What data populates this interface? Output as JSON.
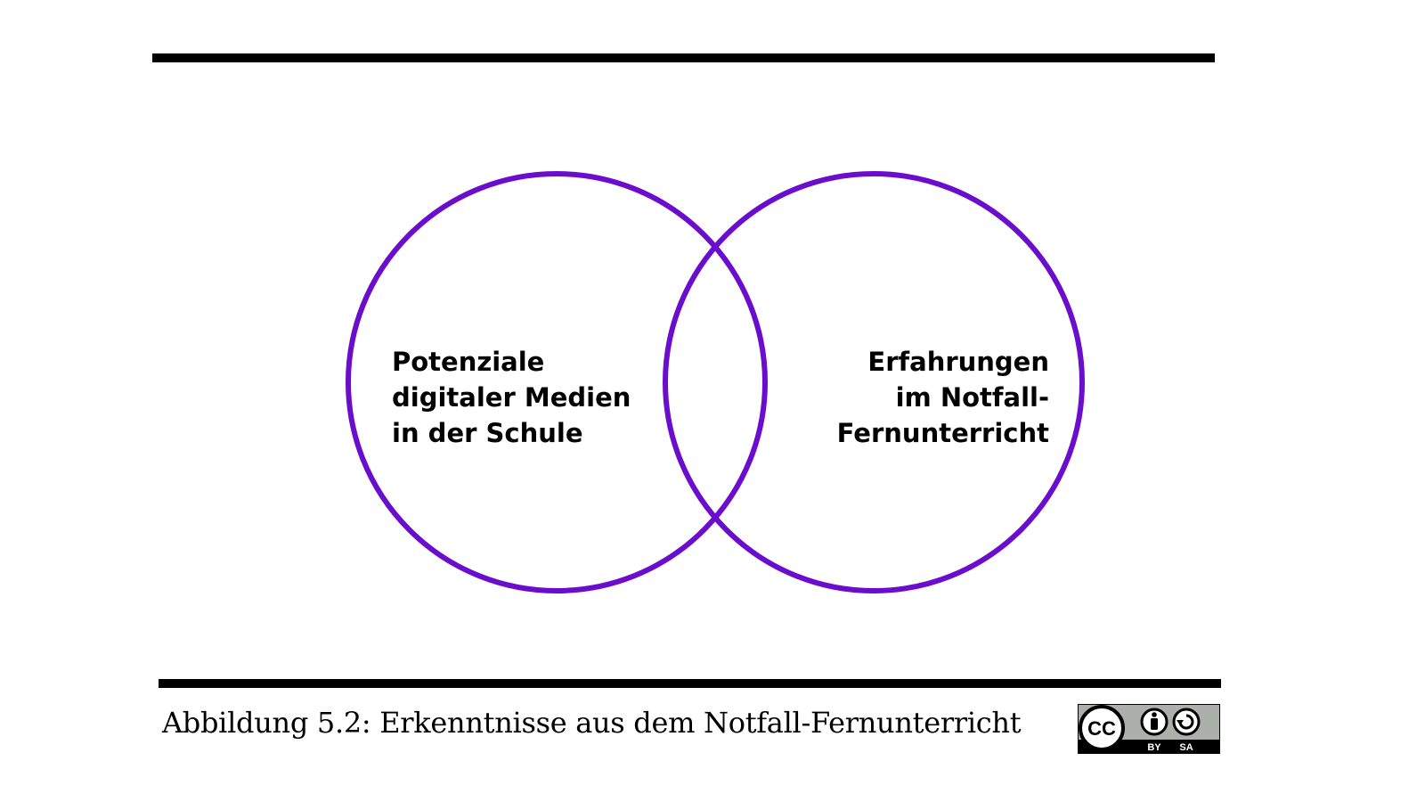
{
  "diagram": {
    "type": "venn",
    "circle_color": "#6a0dcc",
    "left_circle": {
      "lines": [
        "Potenziale",
        "digitaler Medien",
        "in der Schule"
      ]
    },
    "right_circle": {
      "lines": [
        "Erfahrungen",
        "im Notfall-",
        "Fernunterricht"
      ]
    }
  },
  "caption": "Abbildung 5.2: Erkenntnisse aus dem Notfall-Fernunterricht",
  "license": {
    "badge": "cc-by-sa-badge",
    "icons": [
      "cc-icon",
      "by-person-icon",
      "sa-share-alike-icon"
    ],
    "cc_text": "CC",
    "by_text": "BY",
    "sa_text": "SA"
  }
}
